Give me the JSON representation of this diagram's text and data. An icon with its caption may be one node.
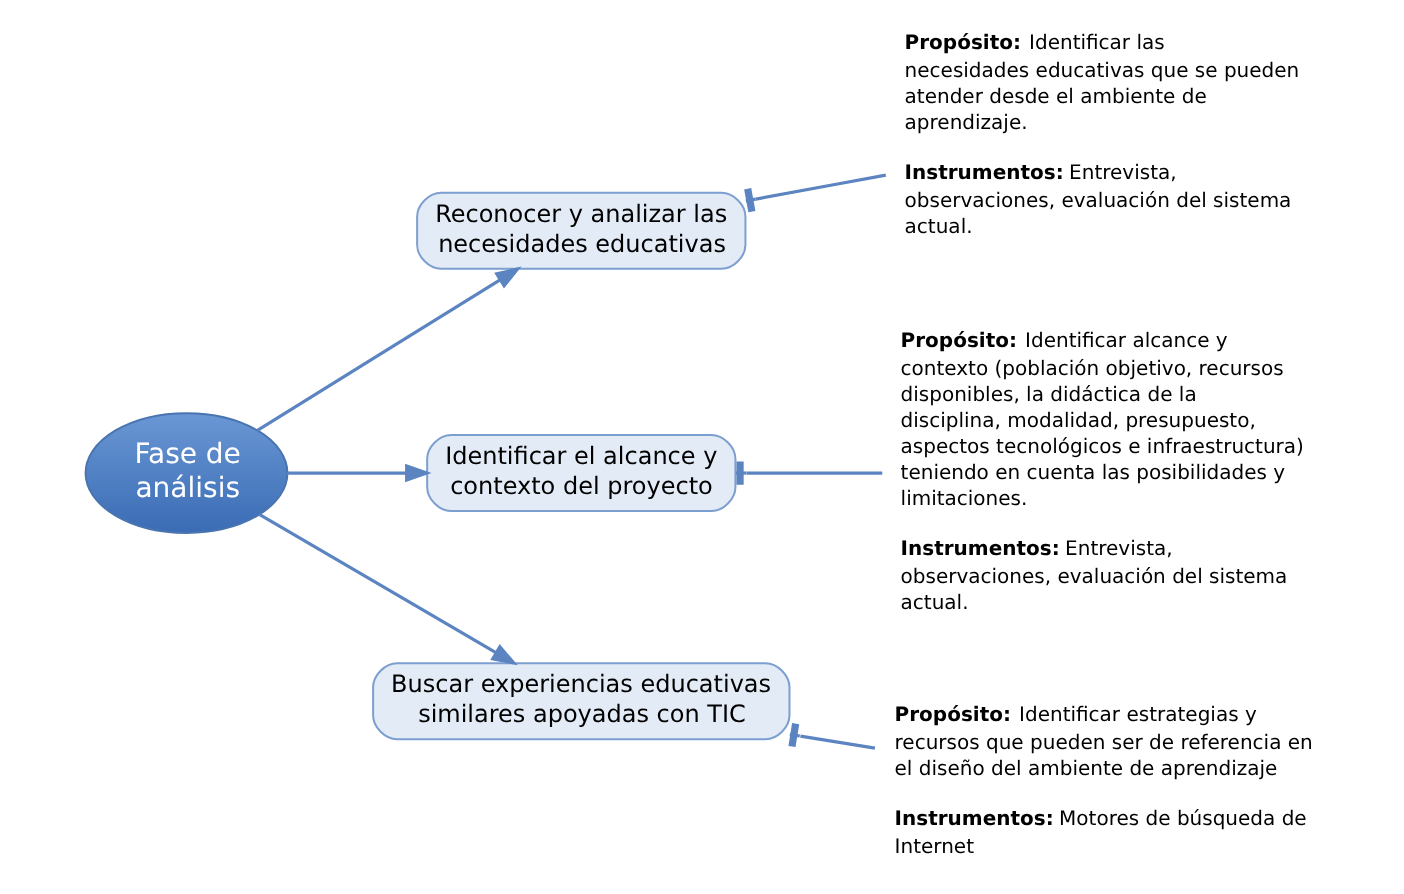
{
  "diagram": {
    "nodes": [
      {
        "text": [
          "Fase de análisis"
        ]
      },
      {
        "text": [
          "Reconocer y analizar las necesidades educativas"
        ]
      },
      {
        "text": [
          "Identificar el alcance y contexto del proyecto"
        ]
      },
      {
        "text": [
          "Buscar experiencias educativas similares apoyadas con TIC"
        ]
      },
      {
        "text": [
          "**Propósito:** Identificar las necesidades educativas que se pueden atender desde el ambiente de aprendizaje.",
          "**Instrumentos:** Entrevista, observaciones, evaluación del sistema actual."
        ]
      },
      {
        "text": [
          "**Propósito:** Identificar alcance y contexto (población objetivo, recursos disponibles, la didáctica de la disciplina, modalidad, presupuesto, aspectos tecnológicos e infraestructura) teniendo en cuenta las posibilidades y limitaciones.",
          "**Instrumentos:** Entrevista, observaciones, evaluación del sistema actual."
        ]
      },
      {
        "text": [
          "**Propósito:** Identificar estrategias y recursos que pueden ser de referencia en el diseño del ambiente de aprendizaje",
          "**Instrumentos:** Motores de búsqueda de Internet"
        ]
      }
    ],
    "edges": [
      {
        "from": 0,
        "to": 1,
        "arrow": "to"
      },
      {
        "from": 0,
        "to": 2,
        "arrow": "to"
      },
      {
        "from": 0,
        "to": 3,
        "arrow": "to"
      },
      {
        "from": 1,
        "to": 4,
        "arrow": "other"
      },
      {
        "from": 2,
        "to": 5,
        "arrow": "other"
      },
      {
        "from": 3,
        "to": 6,
        "arrow": "other"
      }
    ]
  }
}
